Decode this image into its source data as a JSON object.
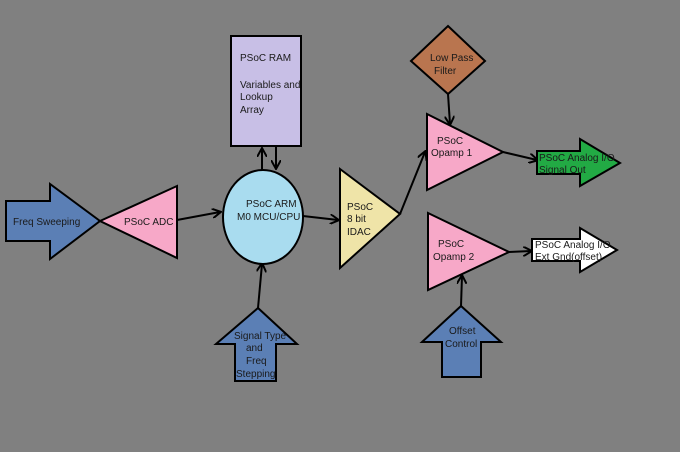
{
  "diagram": {
    "blocks": {
      "freq_sweeping": {
        "label": "Freq Sweeping",
        "color": "#5b7fb5"
      },
      "adc": {
        "label": "PSoC ADC",
        "color": "#f7a8c8"
      },
      "cpu": {
        "lines": [
          "PSoC ARM",
          "M0 MCU/CPU"
        ],
        "color": "#a9dcef"
      },
      "ram": {
        "lines": [
          "PSoC RAM",
          "",
          "Variables and",
          "Lookup",
          "Array"
        ],
        "color": "#c8bfe6"
      },
      "signal_type": {
        "lines": [
          "Signal Type",
          "and",
          "Freq",
          "Stepping"
        ],
        "color": "#5b7fb5"
      },
      "idac": {
        "lines": [
          "PSoC",
          "8 bit",
          "IDAC"
        ],
        "color": "#efe4a8"
      },
      "low_pass_filter": {
        "lines": [
          "Low Pass",
          "Filter"
        ],
        "color": "#b9754f"
      },
      "opamp1": {
        "lines": [
          "PSoC",
          "Opamp 1"
        ],
        "color": "#f7a8c8"
      },
      "opamp2": {
        "lines": [
          "PSoC",
          "Opamp 2"
        ],
        "color": "#f7a8c8"
      },
      "signal_out": {
        "lines": [
          "PSoC Analog I/O",
          "Signal Out"
        ],
        "color": "#22aa44"
      },
      "ext_gnd": {
        "lines": [
          "PSoC Analog I/O",
          "Ext Gnd(offset)"
        ],
        "color": "#ffffff"
      },
      "offset_control": {
        "lines": [
          "Offset",
          "Control"
        ],
        "color": "#5b7fb5"
      }
    }
  }
}
